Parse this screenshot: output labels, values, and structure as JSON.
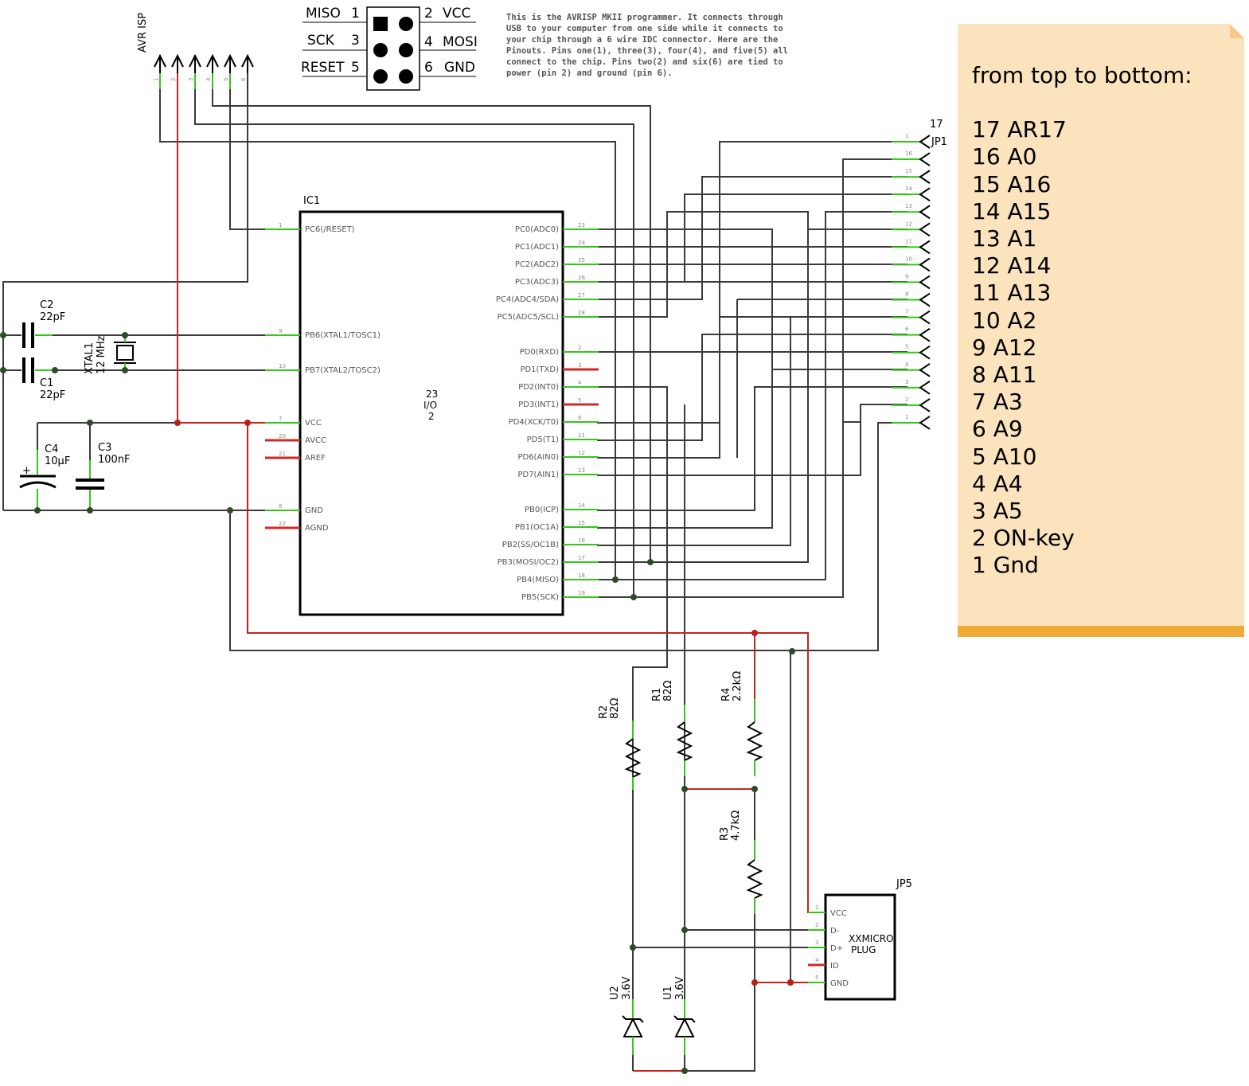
{
  "isp_header": {
    "rows": [
      {
        "left_name": "MISO",
        "left_num": "1",
        "right_num": "2",
        "right_name": "VCC"
      },
      {
        "left_name": "SCK",
        "left_num": "3",
        "right_num": "4",
        "right_name": "MOSI"
      },
      {
        "left_name": "RESET",
        "left_num": "5",
        "right_num": "6",
        "right_name": "GND"
      }
    ],
    "label": "AVR ISP",
    "arrow_pins": [
      "1",
      "2",
      "3",
      "4",
      "5",
      "6"
    ]
  },
  "note_lines": [
    "This is the AVRISP MKII programmer. It connects through",
    "USB to your computer from one side while it connects to",
    "your chip through a 6 wire IDC connector. Here are the",
    "Pinouts. Pins one(1), three(3), four(4), and five(5) all",
    "connect to the chip. Pins two(2) and six(6) are tied to",
    "power (pin 2) and ground (pin 6)."
  ],
  "ic1": {
    "name": "IC1",
    "center": [
      "23",
      "I/O",
      "2"
    ],
    "left_pins": [
      {
        "num": "1",
        "label": "PC6(/RESET)"
      },
      {
        "num": "9",
        "label": "PB6(XTAL1/TOSC1)"
      },
      {
        "num": "10",
        "label": "PB7(XTAL2/TOSC2)"
      },
      {
        "num": "7",
        "label": "VCC"
      },
      {
        "num": "20",
        "label": "AVCC"
      },
      {
        "num": "21",
        "label": "AREF"
      },
      {
        "num": "8",
        "label": "GND"
      },
      {
        "num": "22",
        "label": "AGND"
      }
    ],
    "right_pins": [
      {
        "num": "23",
        "label": "PC0(ADC0)"
      },
      {
        "num": "24",
        "label": "PC1(ADC1)"
      },
      {
        "num": "25",
        "label": "PC2(ADC2)"
      },
      {
        "num": "26",
        "label": "PC3(ADC3)"
      },
      {
        "num": "27",
        "label": "PC4(ADC4/SDA)"
      },
      {
        "num": "28",
        "label": "PC5(ADC5/SCL)"
      },
      {
        "num": "2",
        "label": "PD0(RXD)"
      },
      {
        "num": "3",
        "label": "PD1(TXD)"
      },
      {
        "num": "4",
        "label": "PD2(INT0)"
      },
      {
        "num": "5",
        "label": "PD3(INT1)"
      },
      {
        "num": "6",
        "label": "PD4(XCK/T0)"
      },
      {
        "num": "11",
        "label": "PD5(T1)"
      },
      {
        "num": "12",
        "label": "PD6(AIN0)"
      },
      {
        "num": "13",
        "label": "PD7(AIN1)"
      },
      {
        "num": "14",
        "label": "PB0(ICP)"
      },
      {
        "num": "15",
        "label": "PB1(OC1A)"
      },
      {
        "num": "16",
        "label": "PB2(SS/OC1B)"
      },
      {
        "num": "17",
        "label": "PB3(MOSI/OC2)"
      },
      {
        "num": "18",
        "label": "PB4(MISO)"
      },
      {
        "num": "19",
        "label": "PB5(SCK)"
      }
    ]
  },
  "components": {
    "c2": {
      "name": "C2",
      "value": "22pF"
    },
    "c1": {
      "name": "C1",
      "value": "22pF"
    },
    "xtal1": {
      "name": "XTAL1",
      "value": "12 MHz"
    },
    "c4": {
      "name": "C4",
      "value": "10µF",
      "polarity": "+"
    },
    "c3": {
      "name": "C3",
      "value": "100nF"
    },
    "r2": {
      "name": "R2",
      "value": "82Ω"
    },
    "r1": {
      "name": "R1",
      "value": "82Ω"
    },
    "r4": {
      "name": "R4",
      "value": "2.2kΩ"
    },
    "r3": {
      "name": "R3",
      "value": "4.7kΩ"
    },
    "u2": {
      "name": "U2",
      "value": "3.6V"
    },
    "u1": {
      "name": "U1",
      "value": "3.6V"
    }
  },
  "jp1": {
    "name": "JP1",
    "count_label": "17",
    "pins": [
      "1",
      "16",
      "15",
      "14",
      "13",
      "12",
      "11",
      "10",
      "9",
      "8",
      "7",
      "6",
      "5",
      "4",
      "3",
      "2",
      "1"
    ]
  },
  "jp5": {
    "name": "JP5",
    "title_lines": [
      "XXMICRO",
      "PLUG"
    ],
    "pins": [
      {
        "num": "1",
        "label": "VCC"
      },
      {
        "num": "2",
        "label": "D-"
      },
      {
        "num": "3",
        "label": "D+"
      },
      {
        "num": "4",
        "label": "ID"
      },
      {
        "num": "5",
        "label": "GND"
      }
    ]
  },
  "sticky": {
    "heading": "from top to bottom:",
    "items": [
      "17 AR17",
      "16 A0",
      "15 A16",
      "14 A15",
      "13 A1",
      "12 A14",
      "11 A13",
      "10 A2",
      "9 A12",
      "8 A11",
      "7 A3",
      "6 A9",
      "5 A10",
      "4 A4",
      "3 A5",
      "2 ON-key",
      "1 Gnd"
    ],
    "colors": {
      "paper": "#fbe4bd",
      "strip": "#f0a936"
    }
  },
  "colors": {
    "wire": "#3a3a3a",
    "power": "#c4261f",
    "pin": "#35c61b"
  }
}
